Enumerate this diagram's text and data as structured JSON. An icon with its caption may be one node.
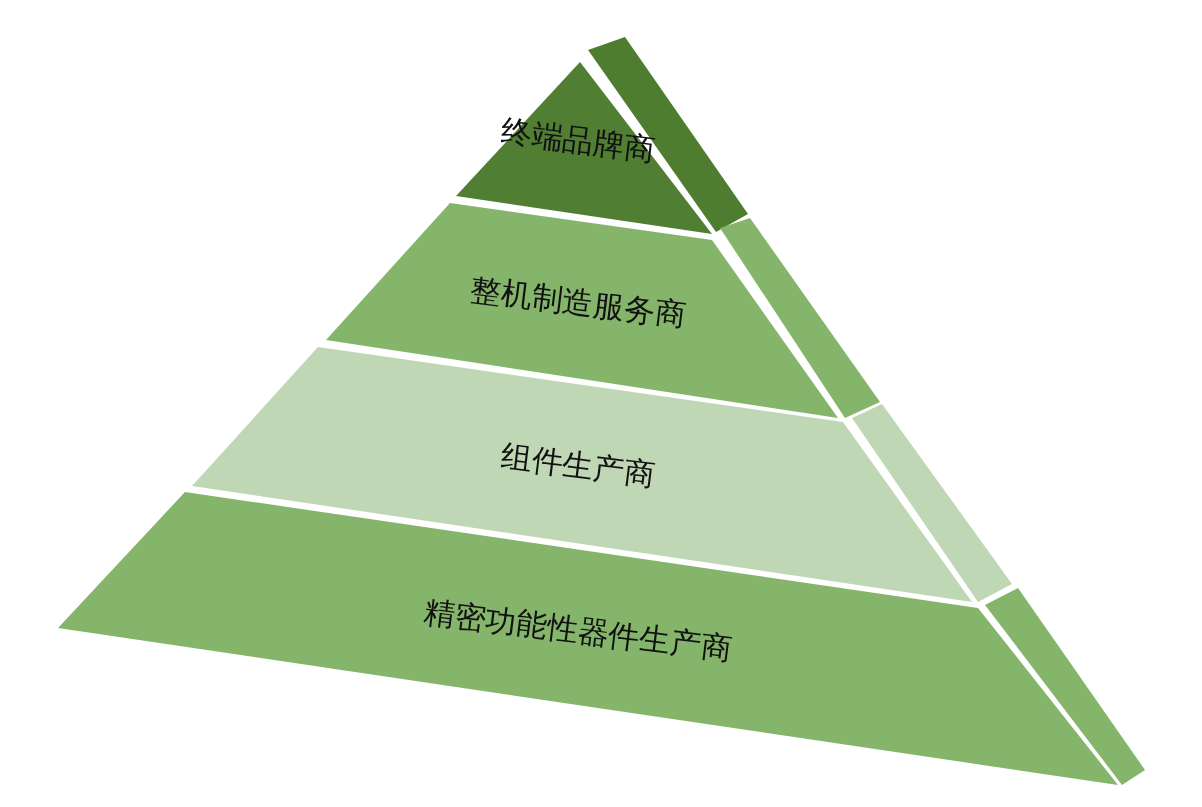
{
  "diagram": {
    "nodes": [
      {
        "text": [
          "终端品牌商"
        ]
      },
      {
        "text": [
          "整机制造服务商"
        ]
      },
      {
        "text": [
          "组件生产商"
        ]
      },
      {
        "text": [
          "精密功能性器件生产商"
        ]
      }
    ]
  }
}
